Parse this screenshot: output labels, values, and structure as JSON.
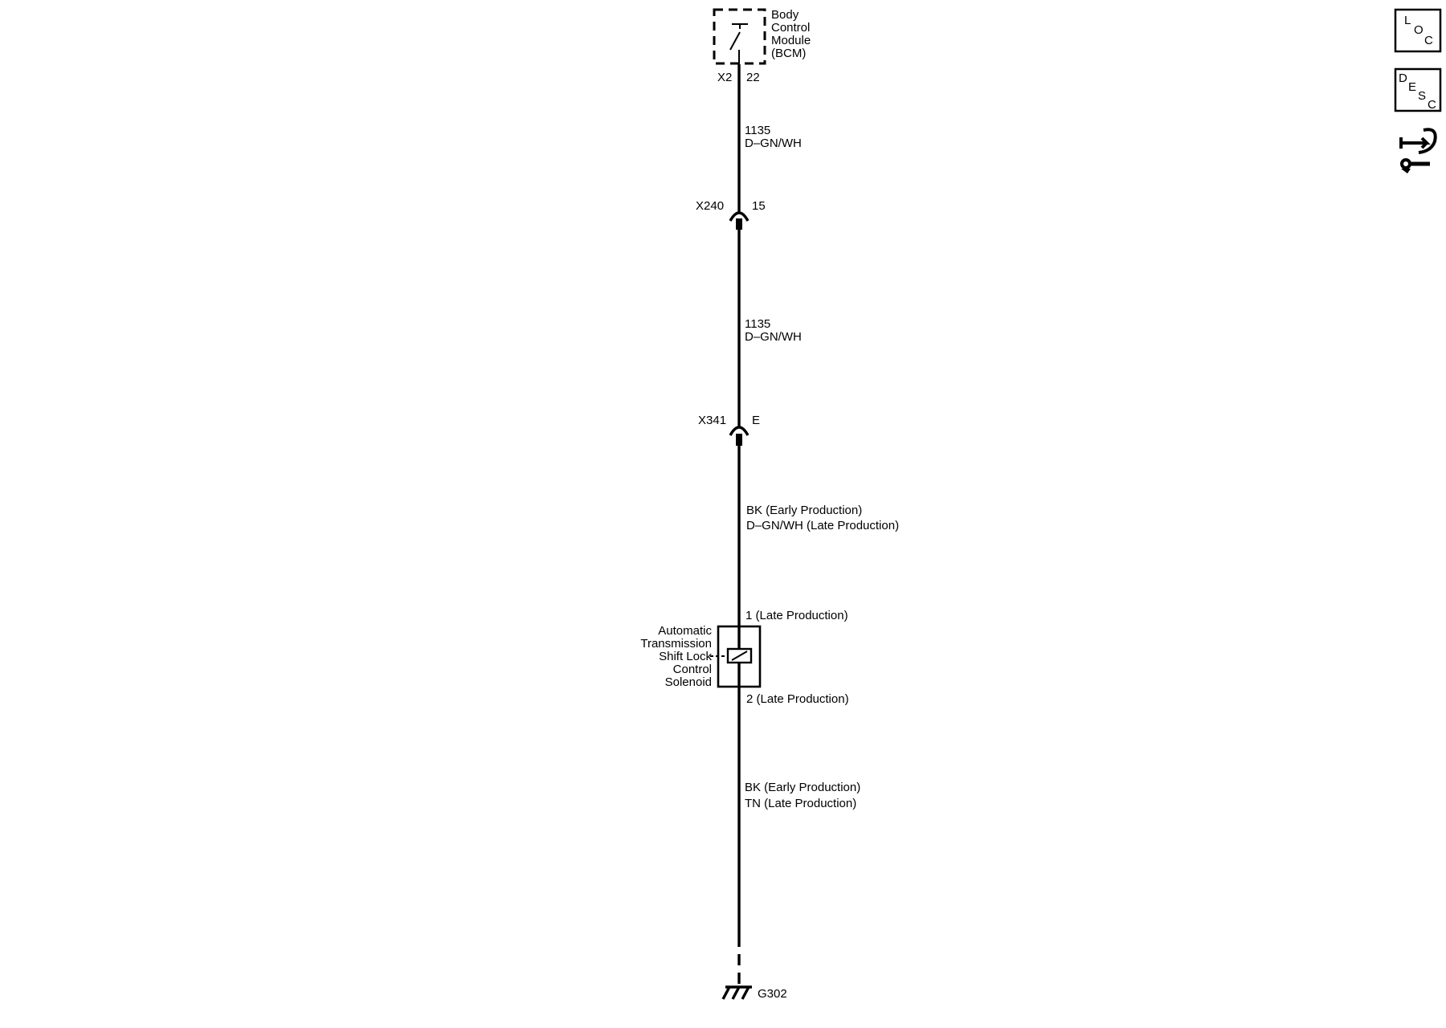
{
  "bcm": {
    "name_lines": [
      "Body",
      "Control",
      "Module",
      "(BCM)"
    ],
    "connector": "X2",
    "pin": "22"
  },
  "wires": [
    {
      "circuit": "1135",
      "color": "D–GN/WH"
    },
    {
      "circuit": "1135",
      "color": "D–GN/WH"
    }
  ],
  "connectors": [
    {
      "id": "X240",
      "pin": "15"
    },
    {
      "id": "X341",
      "pin": "E"
    }
  ],
  "wire_colors_after_x341": [
    "BK (Early Production)",
    "D–GN/WH (Late Production)"
  ],
  "solenoid": {
    "name_lines": [
      "Automatic",
      "Transmission",
      "Shift Lock",
      "Control",
      "Solenoid"
    ],
    "pin_top": "1 (Late Production)",
    "pin_bottom": "2 (Late Production)"
  },
  "wire_colors_to_ground": [
    "BK (Early Production)",
    "TN (Late Production)"
  ],
  "ground": {
    "id": "G302"
  },
  "side_icons": [
    {
      "name": "location-icon",
      "letters": [
        "L",
        "O",
        "C"
      ]
    },
    {
      "name": "description-icon",
      "letters": [
        "D",
        "E",
        "S",
        "C"
      ]
    },
    {
      "name": "connector-repair-icon"
    }
  ]
}
